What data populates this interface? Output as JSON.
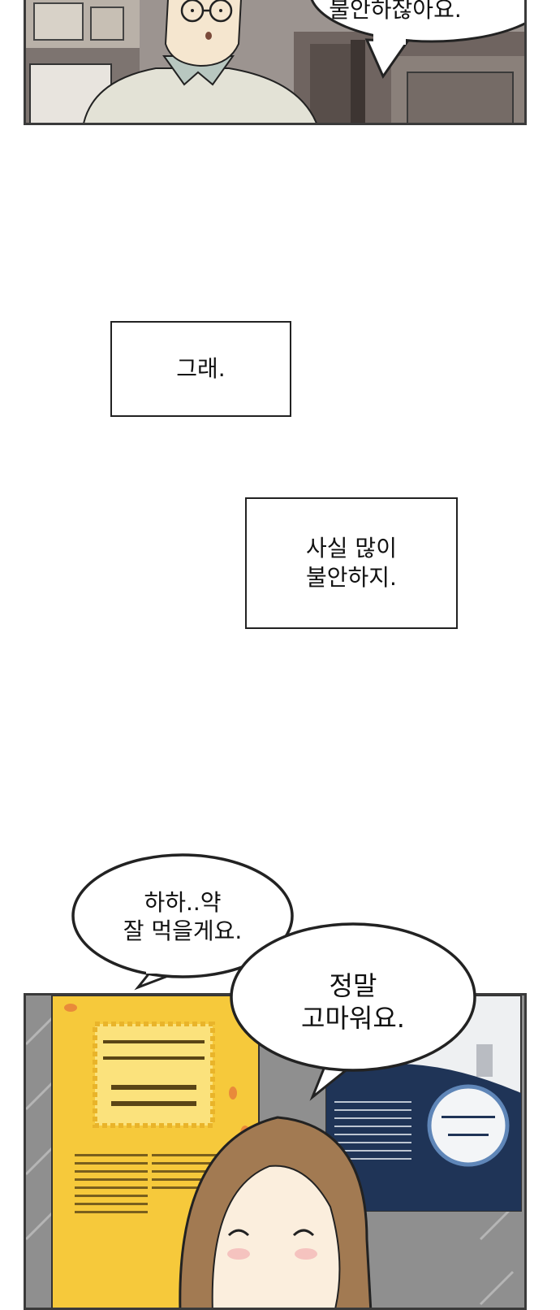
{
  "top_panel": {
    "speech_bubble": {
      "text": "불안하잖아요."
    }
  },
  "captions": [
    {
      "lines": [
        "그래."
      ]
    },
    {
      "lines": [
        "사실 많이",
        "불안하지."
      ]
    }
  ],
  "bottom_panel": {
    "bubble_left": {
      "lines": [
        "하하..약",
        "잘 먹을게요."
      ]
    },
    "bubble_right": {
      "lines": [
        "정말",
        "고마워요."
      ]
    }
  },
  "colors": {
    "panel_border": "#3a3a3a",
    "poster_yellow": "#f6c93b",
    "poster_navy": "#1f3457",
    "wall_gray": "#8f8f8f",
    "hair_brown": "#a27a52"
  }
}
